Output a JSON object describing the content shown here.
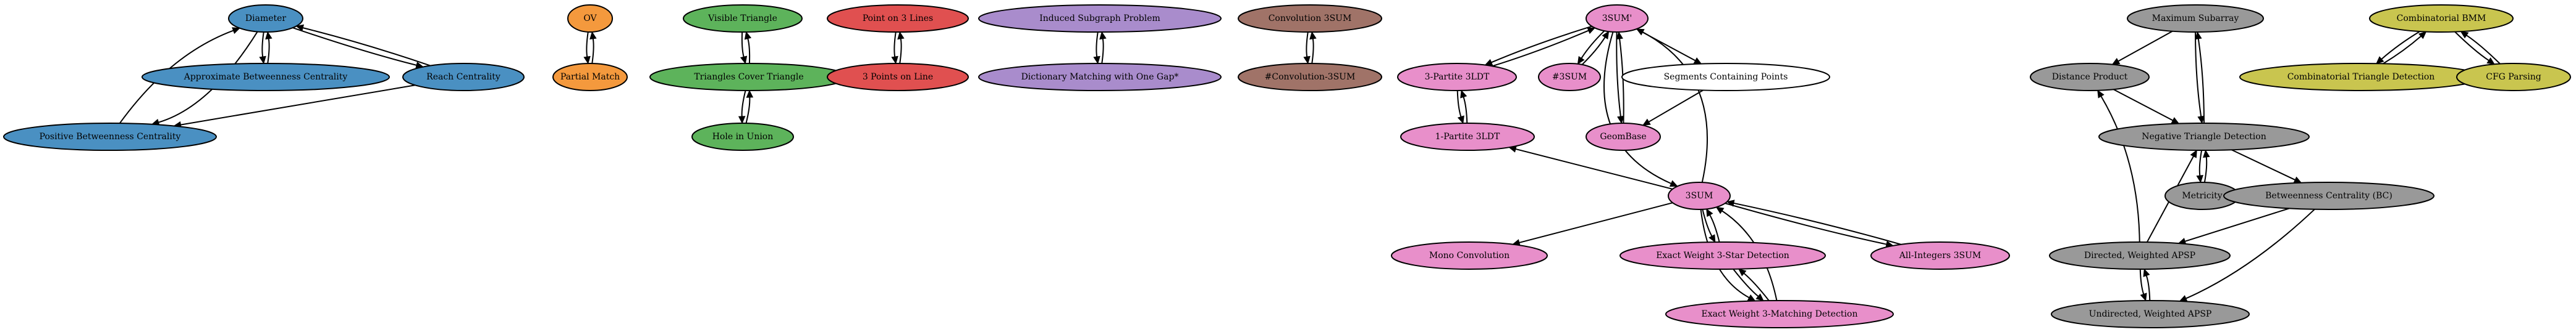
{
  "colors": {
    "blue": "#4a90c2",
    "orange": "#f4993d",
    "green": "#5db35b",
    "red": "#e05050",
    "purple": "#a98ccc",
    "brown": "#a07368",
    "pink": "#e88fca",
    "white": "#ffffff",
    "gray": "#999999",
    "olive": "#c9c54f"
  },
  "nodes": [
    {
      "id": "diameter",
      "label": "Diameter",
      "color": "blue"
    },
    {
      "id": "approx_bc",
      "label": "Approximate Betweenness Centrality",
      "color": "blue"
    },
    {
      "id": "reach",
      "label": "Reach Centrality",
      "color": "blue"
    },
    {
      "id": "pos_bc",
      "label": "Positive Betweenness Centrality",
      "color": "blue"
    },
    {
      "id": "ov",
      "label": "OV",
      "color": "orange"
    },
    {
      "id": "partial",
      "label": "Partial Match",
      "color": "orange"
    },
    {
      "id": "visible",
      "label": "Visible Triangle",
      "color": "green"
    },
    {
      "id": "tri_cover",
      "label": "Triangles Cover Triangle",
      "color": "green"
    },
    {
      "id": "hole",
      "label": "Hole in Union",
      "color": "green"
    },
    {
      "id": "pt3lines",
      "label": "Point on 3 Lines",
      "color": "red"
    },
    {
      "id": "3pts",
      "label": "3 Points on Line",
      "color": "red"
    },
    {
      "id": "induced",
      "label": "Induced Subgraph Problem",
      "color": "purple"
    },
    {
      "id": "dict",
      "label": "Dictionary Matching with One Gap*",
      "color": "purple"
    },
    {
      "id": "conv3sum",
      "label": "Convolution 3SUM",
      "color": "brown"
    },
    {
      "id": "numconv3sum",
      "label": "#Convolution-3SUM",
      "color": "brown"
    },
    {
      "id": "3sum_prime",
      "label": "3SUM'",
      "color": "pink"
    },
    {
      "id": "3partite",
      "label": "3-Partite 3LDT",
      "color": "pink"
    },
    {
      "id": "num3sum",
      "label": "#3SUM",
      "color": "pink"
    },
    {
      "id": "segments",
      "label": "Segments Containing Points",
      "color": "white"
    },
    {
      "id": "1partite",
      "label": "1-Partite 3LDT",
      "color": "pink"
    },
    {
      "id": "geombase",
      "label": "GeomBase",
      "color": "pink"
    },
    {
      "id": "3sum",
      "label": "3SUM",
      "color": "pink"
    },
    {
      "id": "mono_conv",
      "label": "Mono Convolution",
      "color": "pink"
    },
    {
      "id": "ew3star",
      "label": "Exact Weight 3-Star Detection",
      "color": "pink"
    },
    {
      "id": "allint",
      "label": "All-Integers 3SUM",
      "color": "pink"
    },
    {
      "id": "ew3match",
      "label": "Exact Weight 3-Matching Detection",
      "color": "pink"
    },
    {
      "id": "max_subarray",
      "label": "Maximum Subarray",
      "color": "gray"
    },
    {
      "id": "dist_product",
      "label": "Distance Product",
      "color": "gray"
    },
    {
      "id": "neg_tri",
      "label": "Negative Triangle Detection",
      "color": "gray"
    },
    {
      "id": "metricity",
      "label": "Metricity",
      "color": "gray"
    },
    {
      "id": "bc",
      "label": "Betweenness Centrality (BC)",
      "color": "gray"
    },
    {
      "id": "dir_apsp",
      "label": "Directed, Weighted APSP",
      "color": "gray"
    },
    {
      "id": "undir_apsp",
      "label": "Undirected, Weighted APSP",
      "color": "gray"
    },
    {
      "id": "comb_bmm",
      "label": "Combinatorial BMM",
      "color": "olive"
    },
    {
      "id": "comb_tri",
      "label": "Combinatorial Triangle Detection",
      "color": "olive"
    },
    {
      "id": "cfg",
      "label": "CFG Parsing",
      "color": "olive"
    }
  ],
  "edges": [
    {
      "from": "diameter",
      "to": "approx_bc"
    },
    {
      "from": "approx_bc",
      "to": "diameter"
    },
    {
      "from": "diameter",
      "to": "reach"
    },
    {
      "from": "reach",
      "to": "diameter"
    },
    {
      "from": "diameter",
      "to": "pos_bc"
    },
    {
      "from": "pos_bc",
      "to": "diameter"
    },
    {
      "from": "reach",
      "to": "pos_bc"
    },
    {
      "from": "ov",
      "to": "partial"
    },
    {
      "from": "partial",
      "to": "ov"
    },
    {
      "from": "visible",
      "to": "tri_cover"
    },
    {
      "from": "tri_cover",
      "to": "visible"
    },
    {
      "from": "tri_cover",
      "to": "hole"
    },
    {
      "from": "hole",
      "to": "tri_cover"
    },
    {
      "from": "pt3lines",
      "to": "3pts"
    },
    {
      "from": "3pts",
      "to": "pt3lines"
    },
    {
      "from": "induced",
      "to": "dict"
    },
    {
      "from": "dict",
      "to": "induced"
    },
    {
      "from": "conv3sum",
      "to": "numconv3sum"
    },
    {
      "from": "numconv3sum",
      "to": "conv3sum"
    },
    {
      "from": "3sum_prime",
      "to": "3partite"
    },
    {
      "from": "3partite",
      "to": "3sum_prime"
    },
    {
      "from": "3sum_prime",
      "to": "num3sum"
    },
    {
      "from": "num3sum",
      "to": "3sum_prime"
    },
    {
      "from": "3sum_prime",
      "to": "segments"
    },
    {
      "from": "3sum_prime",
      "to": "geombase"
    },
    {
      "from": "geombase",
      "to": "3sum_prime"
    },
    {
      "from": "segments",
      "to": "geombase"
    },
    {
      "from": "3partite",
      "to": "1partite"
    },
    {
      "from": "1partite",
      "to": "3partite"
    },
    {
      "from": "3sum",
      "to": "1partite"
    },
    {
      "from": "3sum_prime",
      "to": "3sum"
    },
    {
      "from": "3sum",
      "to": "3sum_prime"
    },
    {
      "from": "3sum",
      "to": "mono_conv"
    },
    {
      "from": "3sum",
      "to": "ew3star"
    },
    {
      "from": "ew3star",
      "to": "3sum"
    },
    {
      "from": "3sum",
      "to": "allint"
    },
    {
      "from": "allint",
      "to": "3sum"
    },
    {
      "from": "3sum",
      "to": "ew3match"
    },
    {
      "from": "ew3match",
      "to": "3sum"
    },
    {
      "from": "ew3star",
      "to": "ew3match"
    },
    {
      "from": "ew3match",
      "to": "ew3star"
    },
    {
      "from": "max_subarray",
      "to": "dist_product"
    },
    {
      "from": "max_subarray",
      "to": "neg_tri"
    },
    {
      "from": "neg_tri",
      "to": "max_subarray"
    },
    {
      "from": "dist_product",
      "to": "neg_tri"
    },
    {
      "from": "neg_tri",
      "to": "metricity"
    },
    {
      "from": "metricity",
      "to": "neg_tri"
    },
    {
      "from": "neg_tri",
      "to": "bc"
    },
    {
      "from": "bc",
      "to": "dir_apsp"
    },
    {
      "from": "bc",
      "to": "undir_apsp"
    },
    {
      "from": "dir_apsp",
      "to": "neg_tri"
    },
    {
      "from": "dir_apsp",
      "to": "dist_product"
    },
    {
      "from": "dir_apsp",
      "to": "undir_apsp"
    },
    {
      "from": "undir_apsp",
      "to": "dir_apsp"
    },
    {
      "from": "comb_bmm",
      "to": "comb_tri"
    },
    {
      "from": "comb_tri",
      "to": "comb_bmm"
    },
    {
      "from": "comb_bmm",
      "to": "cfg"
    },
    {
      "from": "cfg",
      "to": "comb_bmm"
    }
  ]
}
